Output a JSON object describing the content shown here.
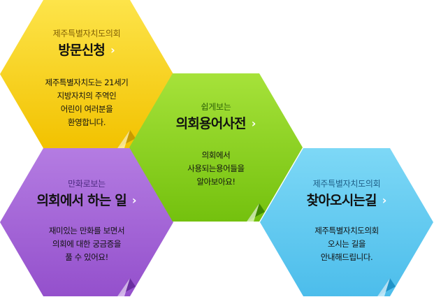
{
  "tiles": {
    "visit": {
      "subtitle": "제주특별자치도의회",
      "title": "방문신청",
      "chevron": "›",
      "desc": [
        "제주특별자치도는 21세기",
        "지방자치의 주역인",
        "어린이 여러분을",
        "환영합니다."
      ],
      "color": "#f8d40a"
    },
    "glossary": {
      "subtitle": "쉽게보는",
      "title": "의회용어사전",
      "chevron": "›",
      "desc": [
        "의회에서",
        "사용되는용어들을",
        "알아보아요!"
      ],
      "color": "#8ad41c"
    },
    "cartoon": {
      "subtitle": "만화로보는",
      "title": "의회에서 하는 일",
      "chevron": "›",
      "desc": [
        "재미있는 만화를 보면서",
        "의회에 대한 궁금증을",
        "풀 수 있어요!"
      ],
      "color": "#a462d6"
    },
    "directions": {
      "subtitle": "제주특별자치도의회",
      "title": "찾아오시는길",
      "chevron": "›",
      "desc": [
        "제주특별자치도의회",
        "오시는 길을",
        "안내해드립니다."
      ],
      "color": "#5ec9f1"
    }
  }
}
